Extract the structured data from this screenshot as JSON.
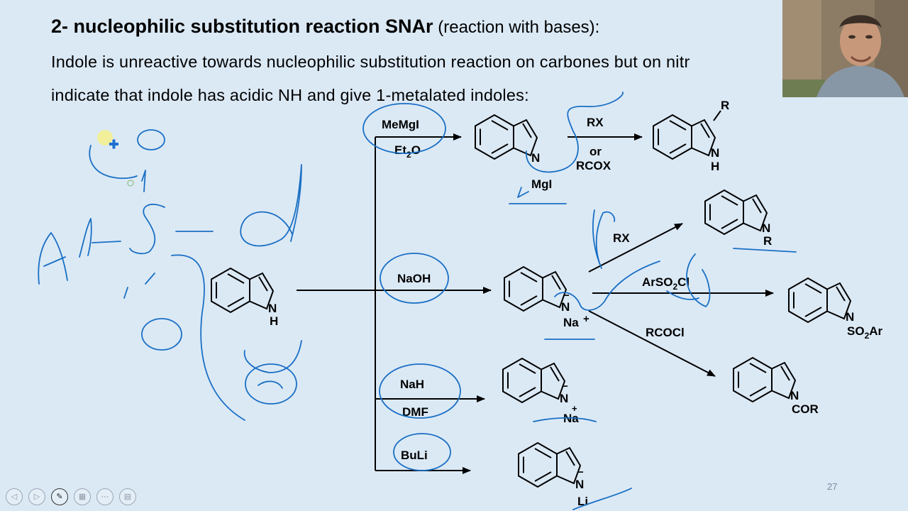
{
  "slide": {
    "title_bold": "2- nucleophilic substitution reaction SNAr",
    "title_rest": " (reaction with bases):",
    "line1": "Indole is unreactive towards nucleophilic substitution reaction on carbones but on nitr",
    "line2": "indicate that indole has acidic NH and give 1-metalated indoles:",
    "page_number": "27"
  },
  "diagram": {
    "start_label": "N\nH",
    "reagents": {
      "megmgi": "MeMgI",
      "et2o": "Et",
      "et2o_sub": "2",
      "et2o_end": "O",
      "naoh": "NaOH",
      "nah": "NaH",
      "dmf": "DMF",
      "buli": "BuLi",
      "rx_or": "RX",
      "or": "or",
      "rcox": "RCOX",
      "rx": "RX",
      "arso2cl_a": "ArSO",
      "arso2cl_sub": "2",
      "arso2cl_b": "Cl",
      "rcocl": "RCOCl"
    },
    "products": {
      "mg_n": "N",
      "mg_counter": "MgI",
      "c3_r": "R",
      "c3_nh_n": "N",
      "c3_nh_h": "H",
      "na_n": "N",
      "na_minus": "−",
      "na_counter": "Na",
      "na_plus": "+",
      "nr_n": "N",
      "nr_r": "R",
      "ns_n": "N",
      "ns_a": "SO",
      "ns_sub": "2",
      "ns_b": "Ar",
      "ncor_n": "N",
      "ncor_r": "COR",
      "nah_n": "N",
      "nah_minus": "−",
      "nah_plus": "+",
      "nah_counter": "Na",
      "li_n": "N",
      "li_minus": "−",
      "li_counter": "Li"
    }
  },
  "controls": [
    {
      "icon": "previous-icon",
      "glyph": "◁"
    },
    {
      "icon": "next-icon",
      "glyph": "▷"
    },
    {
      "icon": "pen-icon",
      "glyph": "✎"
    },
    {
      "icon": "gallery-icon",
      "glyph": "▦"
    },
    {
      "icon": "more-icon",
      "glyph": "⋯"
    },
    {
      "icon": "slides-icon",
      "glyph": "▤"
    }
  ],
  "colors": {
    "background": "#dbe9f5",
    "ink": "#1a6fc4",
    "text": "#000000"
  }
}
